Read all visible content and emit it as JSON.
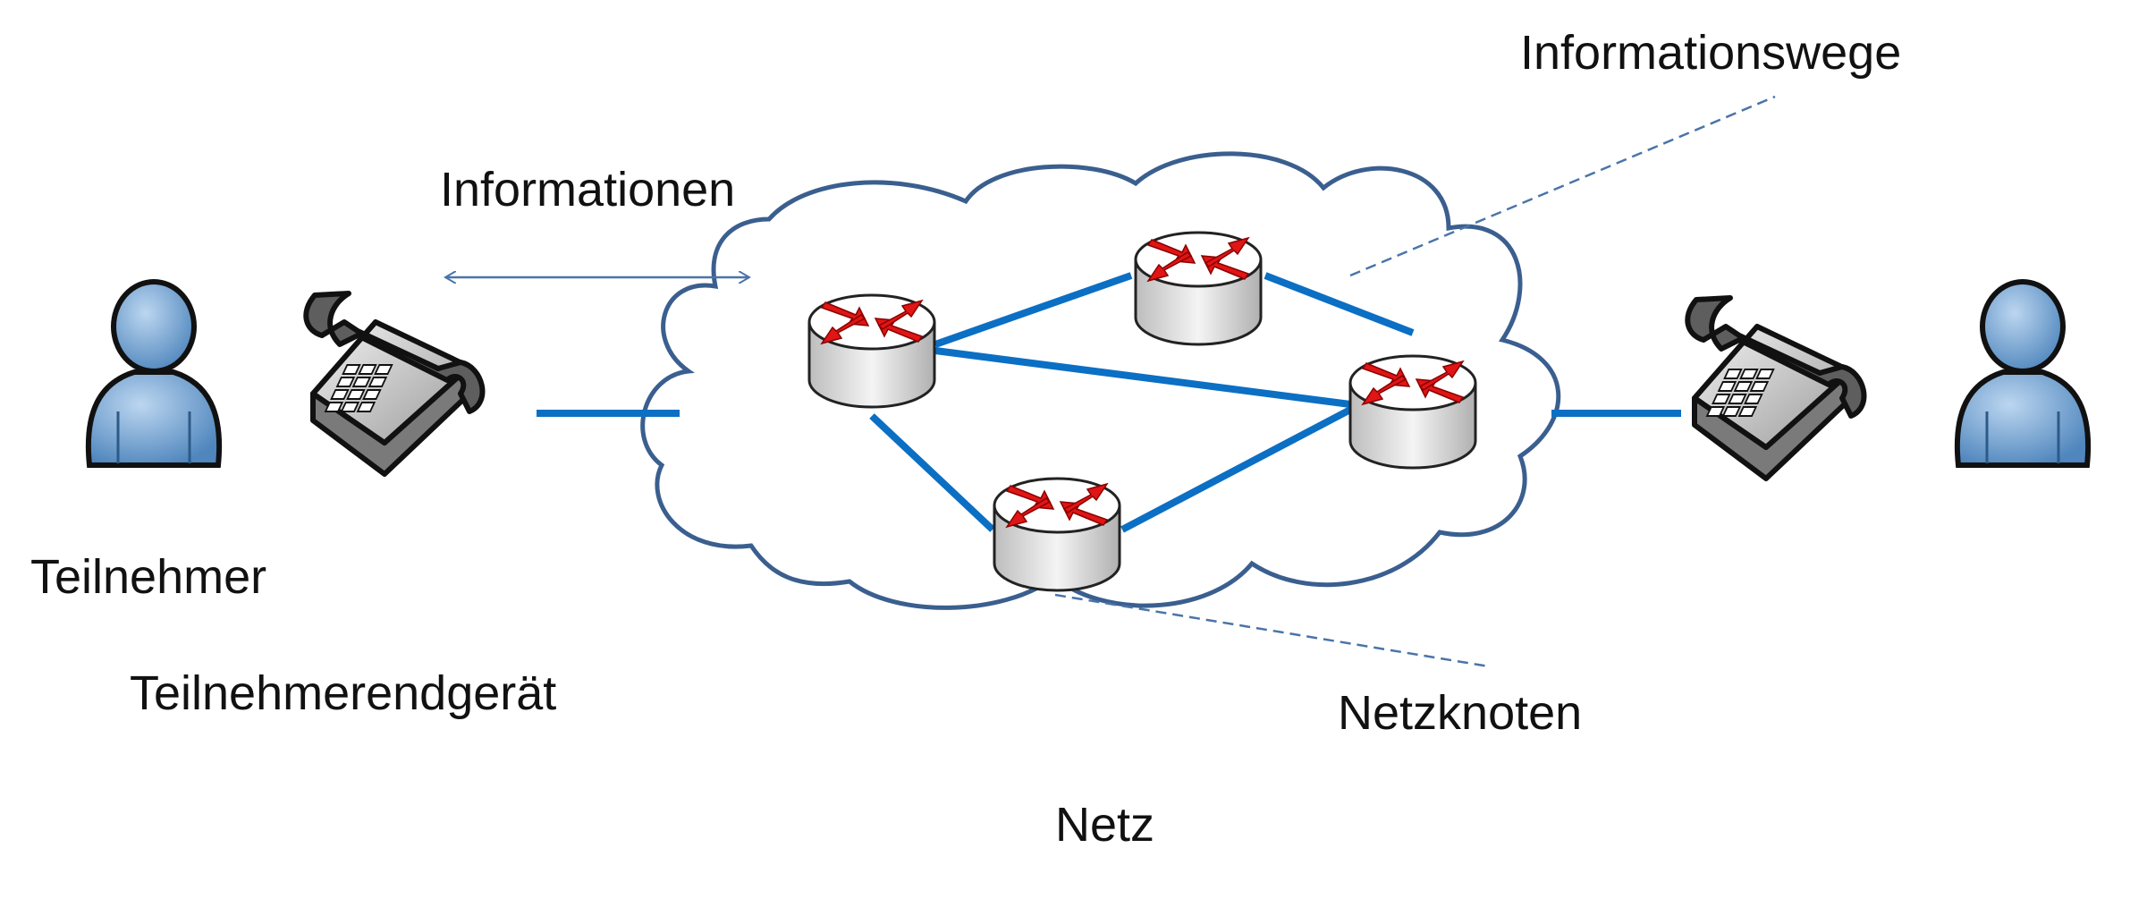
{
  "labels": {
    "informationswege": "Informationswege",
    "informationen": "Informationen",
    "teilnehmer": "Teilnehmer",
    "teilnehmerendgeraet": "Teilnehmerendgerät",
    "netzknoten": "Netzknoten",
    "netz": "Netz"
  },
  "icons": {
    "person": "user-icon",
    "telephone": "telephone-icon",
    "router": "router-icon",
    "cloud": "cloud-icon"
  },
  "colors": {
    "link": "#0b6fc4",
    "cloud_outline": "#3a5f8f",
    "person_fill": "#6fa3d4",
    "router_arrows": "#e01515",
    "callout_line": "#4a74a8"
  }
}
